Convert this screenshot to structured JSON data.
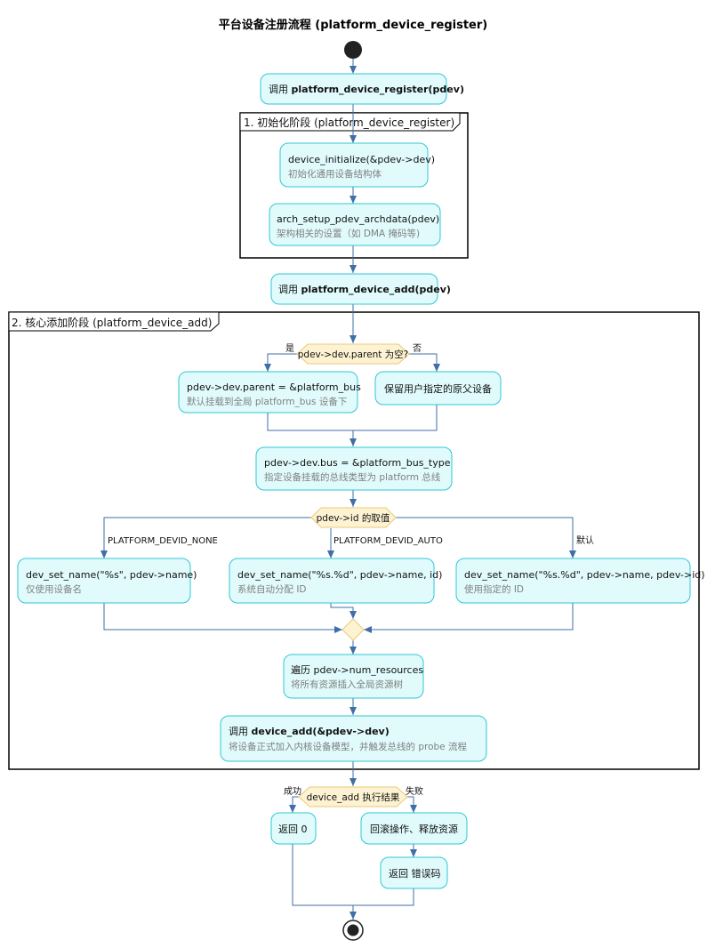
{
  "title": "平台设备注册流程 (platform_device_register)",
  "partitions": {
    "init": "1. 初始化阶段 (platform_device_register)",
    "core": "2. 核心添加阶段 (platform_device_add)"
  },
  "nodes": {
    "call_register": {
      "prefix": "调用 ",
      "bold": "platform_device_register(pdev)"
    },
    "device_initialize": {
      "line1": "device_initialize(&pdev->dev)",
      "line2": "初始化通用设备结构体"
    },
    "arch_setup": {
      "line1": "arch_setup_pdev_archdata(pdev)",
      "line2": "架构相关的设置（如 DMA 掩码等)"
    },
    "call_add": {
      "prefix": "调用 ",
      "bold": "platform_device_add(pdev)"
    },
    "parent_bus": {
      "line1": "pdev->dev.parent = &platform_bus",
      "line2": "默认挂载到全局 platform_bus 设备下"
    },
    "keep_parent": {
      "line1": "保留用户指定的原父设备"
    },
    "set_bus": {
      "line1": "pdev->dev.bus = &platform_bus_type",
      "line2": "指定设备挂载的总线类型为 platform 总线"
    },
    "name_none": {
      "line1": "dev_set_name(\"%s\", pdev->name)",
      "line2": "仅使用设备名"
    },
    "name_auto": {
      "line1": "dev_set_name(\"%s.%d\", pdev->name, id)",
      "line2": "系统自动分配 ID"
    },
    "name_default": {
      "line1": "dev_set_name(\"%s.%d\", pdev->name, pdev->id)",
      "line2": "使用指定的 ID"
    },
    "resources": {
      "line1": "遍历 pdev->num_resources",
      "line2": "将所有资源插入全局资源树"
    },
    "call_device_add": {
      "prefix": "调用 ",
      "bold": "device_add(&pdev->dev)",
      "line2": "将设备正式加入内核设备模型，并触发总线的 probe 流程"
    },
    "return_zero": {
      "line1": "返回 0"
    },
    "rollback": {
      "line1": "回滚操作、释放资源"
    },
    "return_err": {
      "line1": "返回 错误码"
    }
  },
  "decisions": {
    "parent_null": {
      "text": "pdev->dev.parent 为空?",
      "yes": "是",
      "no": "否"
    },
    "id_value": {
      "text": "pdev->id 的取值",
      "opt_none": "PLATFORM_DEVID_NONE",
      "opt_auto": "PLATFORM_DEVID_AUTO",
      "opt_default": "默认"
    },
    "result": {
      "text": "device_add 执行结果",
      "success": "成功",
      "fail": "失败"
    }
  }
}
